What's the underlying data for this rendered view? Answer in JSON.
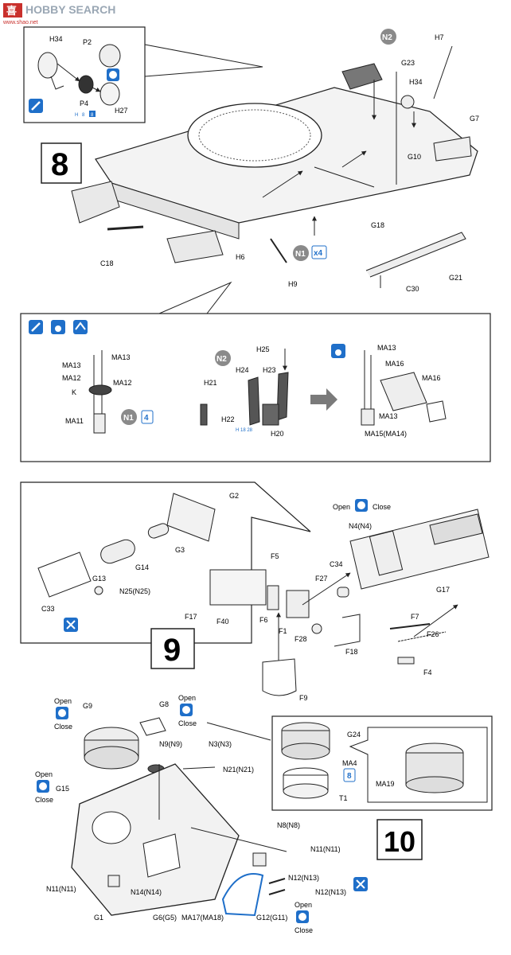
{
  "watermark": {
    "brand": "HOBBY SEARCH",
    "site": "www.shao.net",
    "logo_glyph": "喜"
  },
  "colors": {
    "accent": "#1f6fc9",
    "badge": "#8a8a8a",
    "line": "#222222",
    "part_fill": "#e9e9e9",
    "dark_part": "#555555"
  },
  "steps": {
    "s8": "8",
    "s9": "9",
    "s10": "10"
  },
  "icons": {
    "glue": "glue-icon",
    "drop": "cement-drop-icon",
    "mirror": "opposite-side-icon",
    "openclose": "open-close-icon",
    "remove": "remove-part-icon"
  },
  "step8": {
    "detail_top": {
      "h34": "H34",
      "p2": "P2",
      "p4": "P4",
      "h27": "H27",
      "ref_h": "H",
      "ref_8a": "8",
      "ref_8b": "8"
    },
    "labels": {
      "n2": "N2",
      "h7": "H7",
      "g23": "G23",
      "h34": "H34",
      "g7": "G7",
      "g10": "G10",
      "g18": "G18",
      "c18": "C18",
      "h6": "H6",
      "n1": "N1",
      "x4": "x4",
      "h9": "H9",
      "g21": "G21",
      "c30": "C30"
    },
    "detail": {
      "ma13a": "MA13",
      "ma13b": "MA13",
      "ma12a": "MA12",
      "ma12b": "MA12",
      "k": "K",
      "ma11": "MA11",
      "n1": "N1",
      "x4": "4",
      "n2": "N2",
      "h25": "H25",
      "h24": "H24",
      "h23": "H23",
      "h21": "H21",
      "h22": "H22",
      "ref": "H 18 28",
      "h20": "H20",
      "ma13c": "MA13",
      "ma16a": "MA16",
      "ma16b": "MA16",
      "ma13d": "MA13",
      "ma15": "MA15(MA14)"
    }
  },
  "step9": {
    "detail": {
      "g2": "G2",
      "g3": "G3",
      "g14": "G14",
      "g13": "G13",
      "n25": "N25(N25)",
      "c33": "C33"
    },
    "labels": {
      "open": "Open",
      "close": "Close",
      "n4": "N4(N4)",
      "g17": "G17",
      "c34": "C34",
      "f27": "F27",
      "f5": "F5",
      "f17": "F17",
      "f40": "F40",
      "f6": "F6",
      "f1": "F1",
      "f28": "F28",
      "f18": "F18",
      "f7": "F7",
      "f26": "F26",
      "f4": "F4",
      "f9": "F9"
    }
  },
  "step10": {
    "labels": {
      "open1": "Open",
      "close1": "Close",
      "g9": "G9",
      "g8": "G8",
      "open2": "Open",
      "close2": "Close",
      "n9": "N9(N9)",
      "n3": "N3(N3)",
      "n21": "N21(N21)",
      "open3": "Open",
      "close3": "Close",
      "g15": "G15",
      "n8": "N8(N8)",
      "n11a": "N11(N11)",
      "n11b": "N11(N11)",
      "n12a": "N12(N13)",
      "n12b": "N12(N13)",
      "n14": "N14(N14)",
      "g1": "G1",
      "g6": "G6(G5)",
      "ma17": "MA17(MA18)",
      "g12": "G12(G11)",
      "open4": "Open",
      "close4": "Close"
    },
    "detail": {
      "g24": "G24",
      "ma4": "MA4",
      "x8": "8",
      "t1": "T1",
      "ma19": "MA19"
    }
  }
}
